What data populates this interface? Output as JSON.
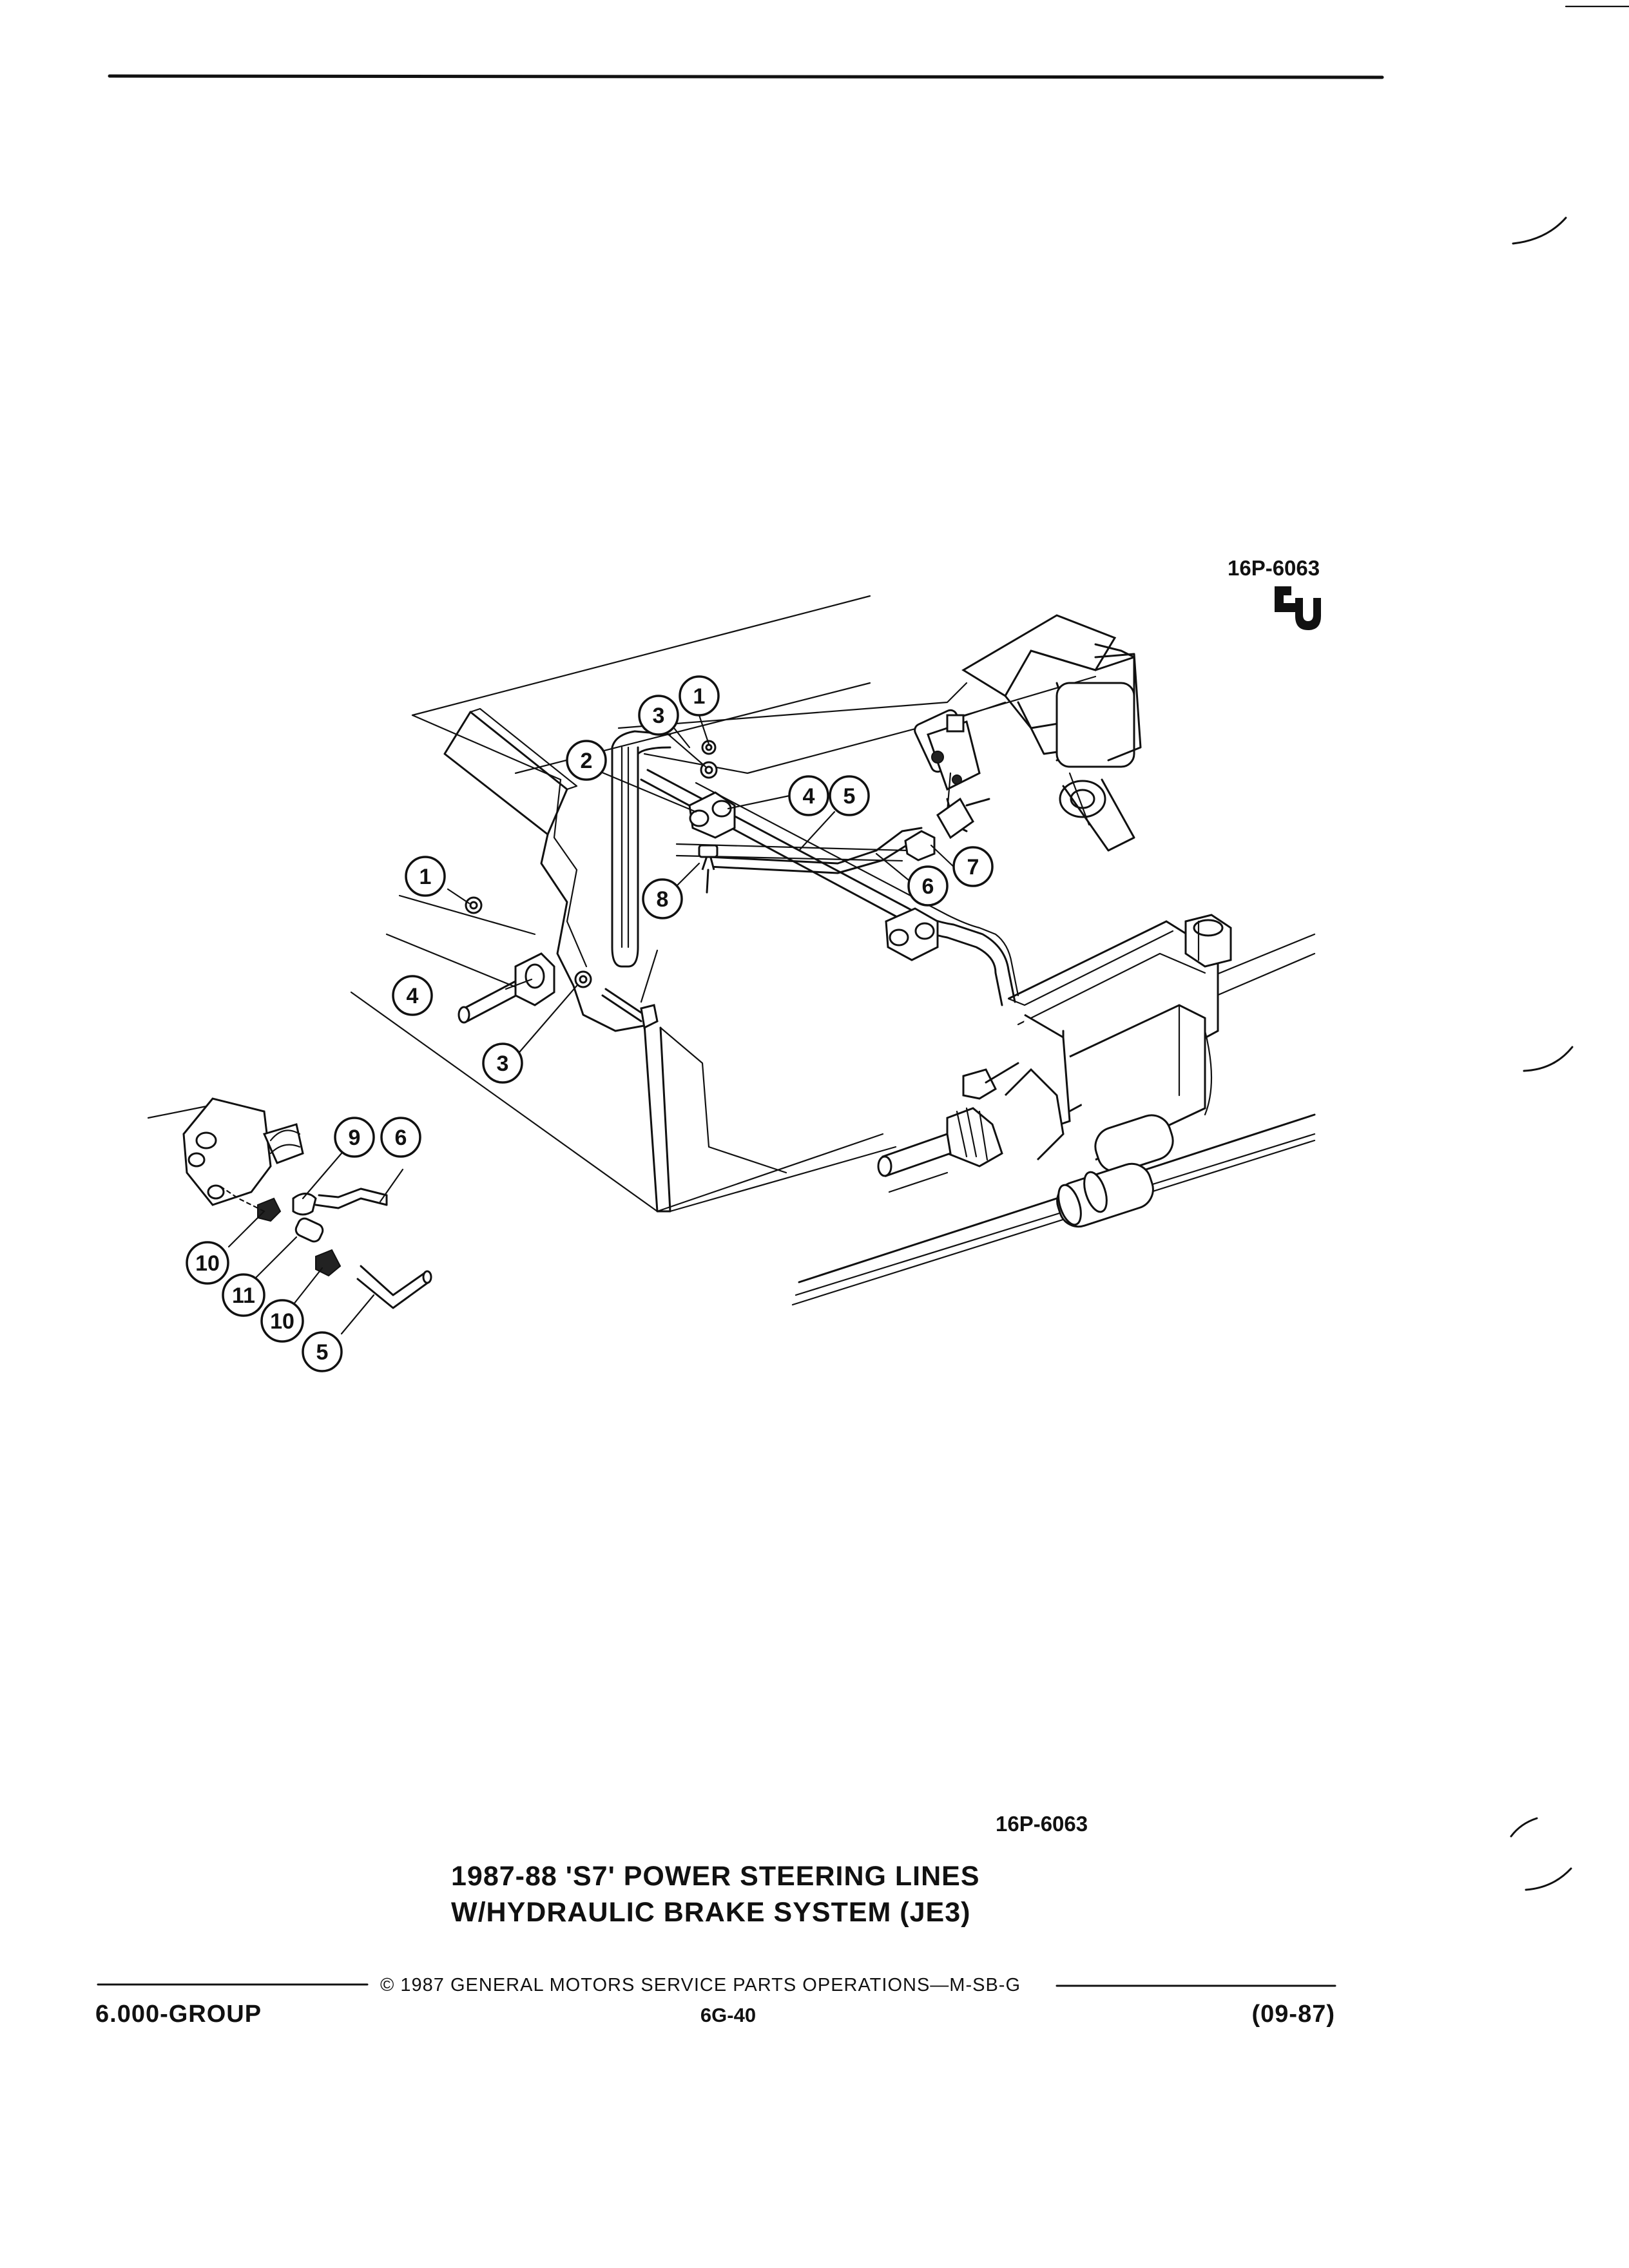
{
  "figure": {
    "code_top": "16P-6063",
    "code_bottom": "16P-6063",
    "title_line1": "1987-88 'S7' POWER STEERING LINES",
    "title_line2": "W/HYDRAULIC BRAKE SYSTEM (JE3)"
  },
  "callouts": {
    "c1a": "1",
    "c3a": "3",
    "c2": "2",
    "c4a": "4",
    "c5a": "5",
    "c7": "7",
    "c6a": "6",
    "c8": "8",
    "c1b": "1",
    "c4b": "4",
    "c3b": "3",
    "c9": "9",
    "c6b": "6",
    "c10a": "10",
    "c11": "11",
    "c10b": "10",
    "c5b": "5"
  },
  "footer": {
    "copyright": "© 1987 GENERAL MOTORS SERVICE PARTS OPERATIONS—M-SB-G",
    "group": "6.000-GROUP",
    "page_number": "6G-40",
    "date_code": "(09-87)"
  }
}
